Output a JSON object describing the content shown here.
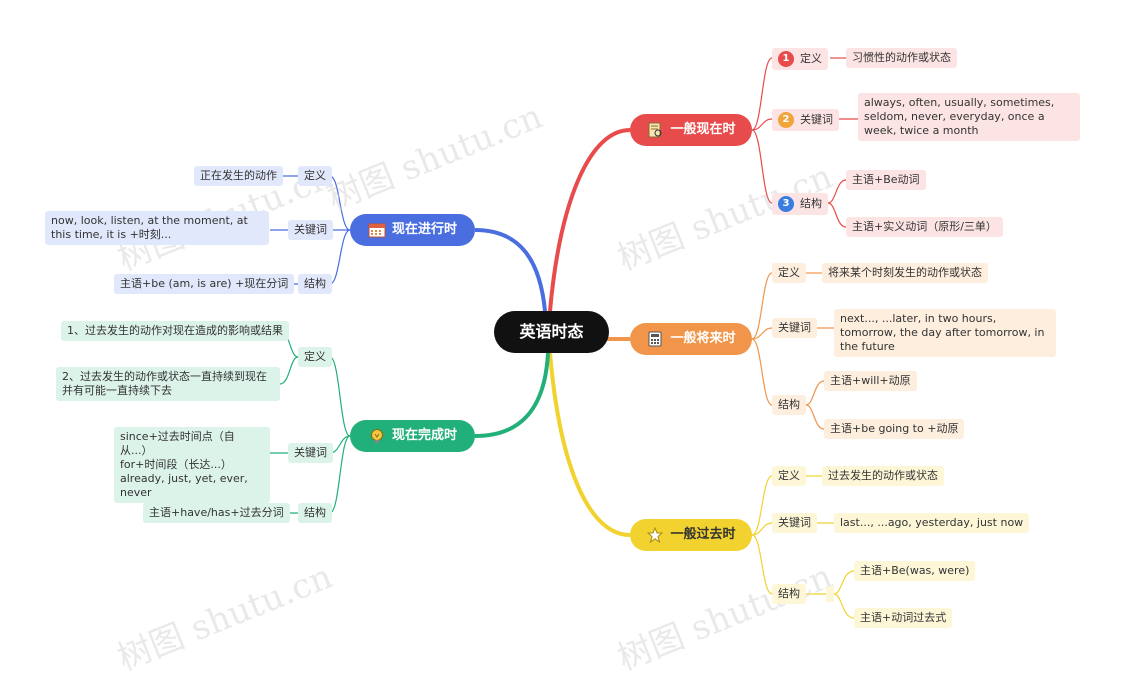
{
  "root": "英语时态",
  "colors": {
    "present": "#e84b4b",
    "future": "#f0954a",
    "past": "#f2d22e",
    "continuous": "#4a6ee0",
    "perfect": "#22b07a"
  },
  "simple_present": {
    "title": "一般现在时",
    "icon": "book-icon",
    "def_label": "定义",
    "def_value": "习惯性的动作或状态",
    "kw_label": "关键词",
    "kw_value": "always, often, usually, sometimes, seldom, never, everyday, once a week, twice a month",
    "struct_label": "结构",
    "struct_values": [
      "主语+Be动词",
      "主语+实义动词（原形/三单）"
    ],
    "numbers": [
      "1",
      "2",
      "3"
    ]
  },
  "simple_future": {
    "title": "一般将来时",
    "icon": "calculator-icon",
    "def_label": "定义",
    "def_value": "将来某个时刻发生的动作或状态",
    "kw_label": "关键词",
    "kw_value": "next..., ...later, in two hours, tomorrow, the day after tomorrow, in the future",
    "struct_label": "结构",
    "struct_values": [
      "主语+will+动原",
      "主语+be going to +动原"
    ]
  },
  "simple_past": {
    "title": "一般过去时",
    "icon": "star-icon",
    "def_label": "定义",
    "def_value": "过去发生的动作或状态",
    "kw_label": "关键词",
    "kw_value": "last..., ...ago, yesterday, just now",
    "struct_label": "结构",
    "struct_values": [
      "主语+Be(was, were)",
      "主语+动词过去式"
    ]
  },
  "present_continuous": {
    "title": "现在进行时",
    "icon": "calendar-icon",
    "def_label": "定义",
    "def_value": "正在发生的动作",
    "kw_label": "关键词",
    "kw_value": "now, look, listen, at the moment, at this time, it is  +时刻...",
    "struct_label": "结构",
    "struct_value": "主语+be (am, is are) +现在分词"
  },
  "present_perfect": {
    "title": "现在完成时",
    "icon": "bulb-icon",
    "def_label": "定义",
    "def_values": [
      "1、过去发生的动作对现在造成的影响或结果",
      "2、过去发生的动作或状态一直持续到现在并有可能一直持续下去"
    ],
    "kw_label": "关键词",
    "kw_value": "since+过去时间点（自从...）\nfor+时间段（长达...）\nalready, just, yet, ever, never",
    "struct_label": "结构",
    "struct_value": "主语+have/has+过去分词"
  },
  "watermark": "树图 shutu.cn"
}
